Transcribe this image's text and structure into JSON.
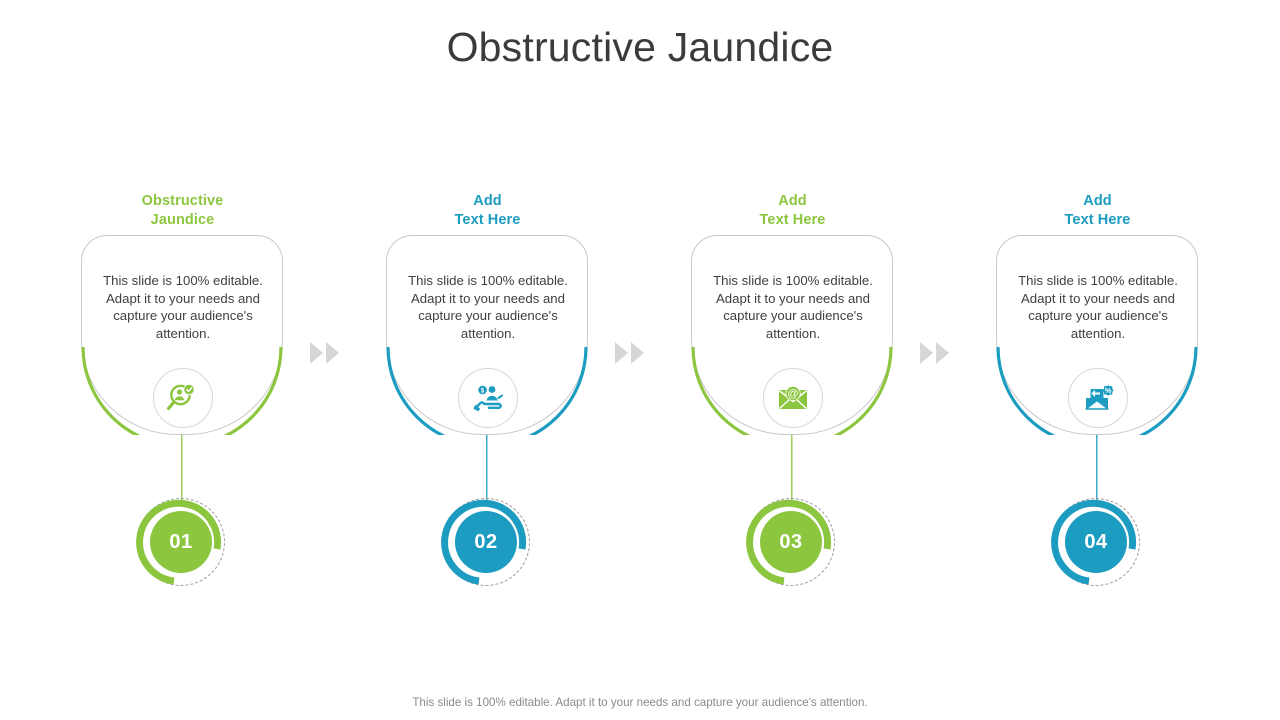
{
  "slide": {
    "title": "Obstructive Jaundice",
    "footer_note": "This slide is 100% editable. Adapt it to your needs and capture your audience's attention."
  },
  "colors": {
    "green": "#8CC63F",
    "teal": "#1B9CC0",
    "card_border": "#c9c9c9",
    "arrow": "#d6d6d6",
    "body_text": "#404040",
    "title_text": "#3b3b3b",
    "footer_text": "#8a8a8a",
    "dashed_ring": "#9a9a9a"
  },
  "arrows": [
    {
      "name": "arrow-1-2",
      "icon": "double-chevron-right-icon"
    },
    {
      "name": "arrow-2-3",
      "icon": "double-chevron-right-icon"
    },
    {
      "name": "arrow-3-4",
      "icon": "double-chevron-right-icon"
    }
  ],
  "steps": [
    {
      "number": "01",
      "heading_line1": "Obstructive",
      "heading_line2": "Jaundice",
      "body": "This slide is 100% editable. Adapt  it to your needs and capture your audience's attention.",
      "accent": "#8CC63F",
      "icon": "magnifier-person-check-icon"
    },
    {
      "number": "02",
      "heading_line1": "Add",
      "heading_line2": "Text Here",
      "body": "This slide is 100% editable. Adapt  it to your needs and capture your audience's attention.",
      "accent": "#1B9CC0",
      "icon": "hand-person-coin-icon"
    },
    {
      "number": "03",
      "heading_line1": "Add",
      "heading_line2": "Text Here",
      "body": "This slide is 100% editable. Adapt  it to your needs and capture your audience's attention.",
      "accent": "#8CC63F",
      "icon": "email-at-envelope-icon"
    },
    {
      "number": "04",
      "heading_line1": "Add",
      "heading_line2": "Text Here",
      "body": "This slide is 100% editable. Adapt  it to your needs and capture your audience's attention.",
      "accent": "#1B9CC0",
      "icon": "envelope-discount-percent-icon"
    }
  ]
}
